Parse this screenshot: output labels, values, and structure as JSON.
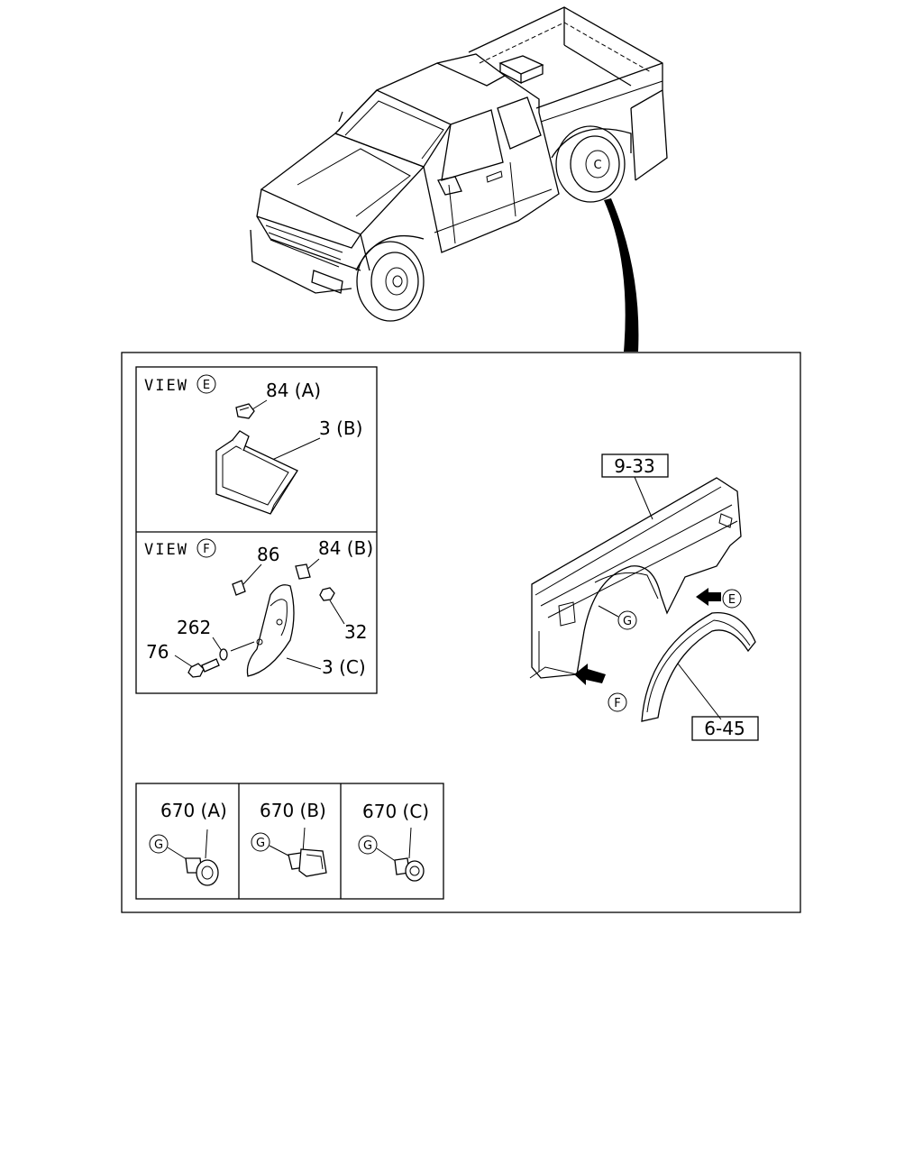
{
  "views": {
    "e": {
      "prefix": "VIEW",
      "marker": "E"
    },
    "f": {
      "prefix": "VIEW",
      "marker": "F"
    }
  },
  "labels": {
    "p84a": "84 (A)",
    "p3b": "3 (B)",
    "p86": "86",
    "p84b": "84 (B)",
    "p262": "262",
    "p76": "76",
    "p32": "32",
    "p3c": "3 (C)",
    "ref933": "9-33",
    "ref645": "6-45",
    "p670a": "670 (A)",
    "p670b": "670 (B)",
    "p670c": "670 (C)"
  },
  "markers": {
    "g": "G",
    "e": "E",
    "f": "F",
    "wheel": "C"
  }
}
